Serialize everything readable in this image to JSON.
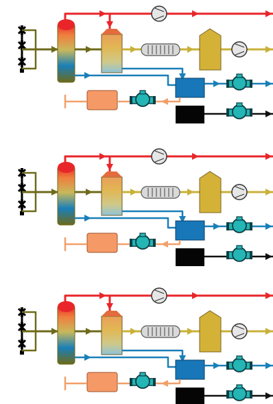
{
  "diagram": {
    "colors": {
      "hot_line": "#e8262a",
      "product_line": "#c9b13a",
      "feed_line": "#6e6a1a",
      "cold_line": "#1a7fb8",
      "reflux_line": "#f2a06a",
      "black_line": "#111111",
      "pump_fill": "#24b5b5",
      "pump_stroke": "#0c3f45",
      "drum_fill": "#1777b8",
      "flash_drum_fill": "#d4b238",
      "heater_fill": "#f59a67",
      "exchanger_fill": "#d9d9d9",
      "black_tank_fill": "#050505"
    },
    "icons": {
      "distillation_column": "gradient-column-icon",
      "condenser_vessel": "gradient-vessel-icon",
      "heat_exchanger": "shell-and-tube-icon",
      "compressor": "circle-compressor-icon",
      "pump": "centrifugal-pump-icon",
      "valve": "gate-valve-icon"
    },
    "panels": [
      {
        "name": "process-panel-1"
      },
      {
        "name": "process-panel-2"
      },
      {
        "name": "process-panel-3"
      }
    ]
  }
}
